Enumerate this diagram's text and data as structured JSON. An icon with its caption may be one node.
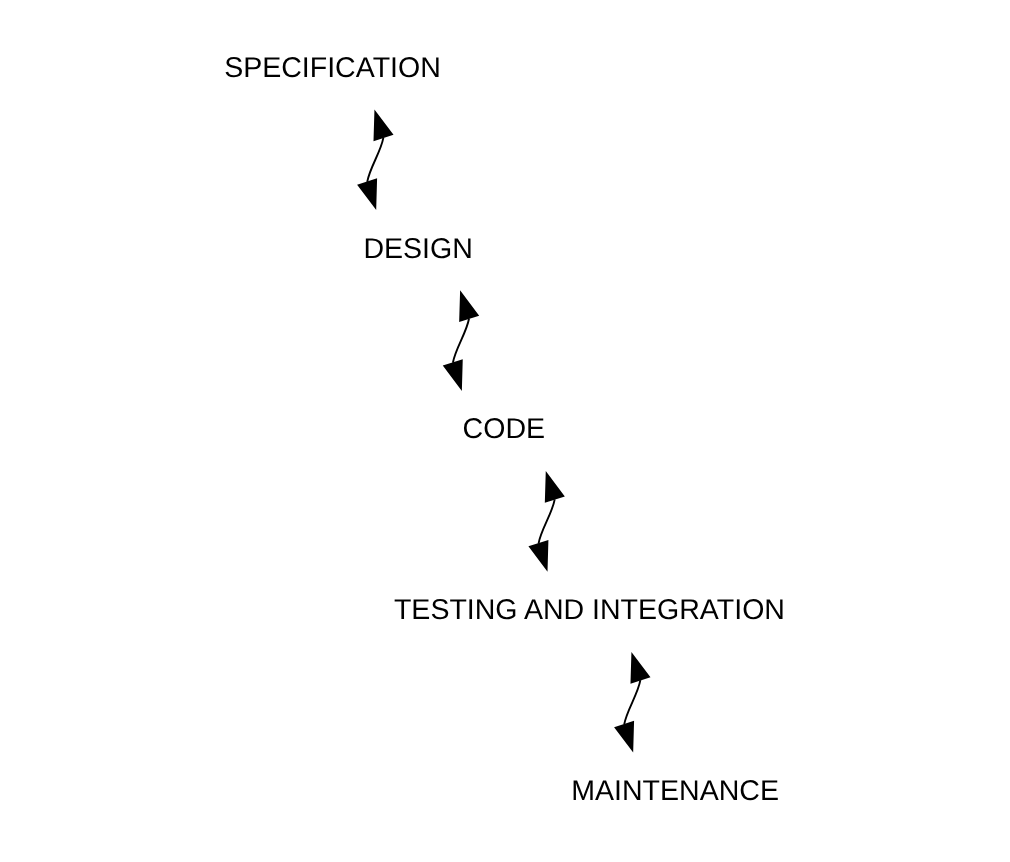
{
  "diagram": {
    "nodes": [
      {
        "text": [
          "SPECIFICATION"
        ]
      },
      {
        "text": [
          "DESIGN"
        ]
      },
      {
        "text": [
          "CODE"
        ]
      },
      {
        "text": [
          "TESTING AND INTEGRATION"
        ]
      },
      {
        "text": [
          "MAINTENANCE"
        ]
      }
    ],
    "edges": [
      {
        "from": 0,
        "to": 1,
        "arrow": "both"
      },
      {
        "from": 1,
        "to": 2,
        "arrow": "both"
      },
      {
        "from": 2,
        "to": 3,
        "arrow": "both"
      },
      {
        "from": 3,
        "to": 4,
        "arrow": "both"
      }
    ]
  }
}
